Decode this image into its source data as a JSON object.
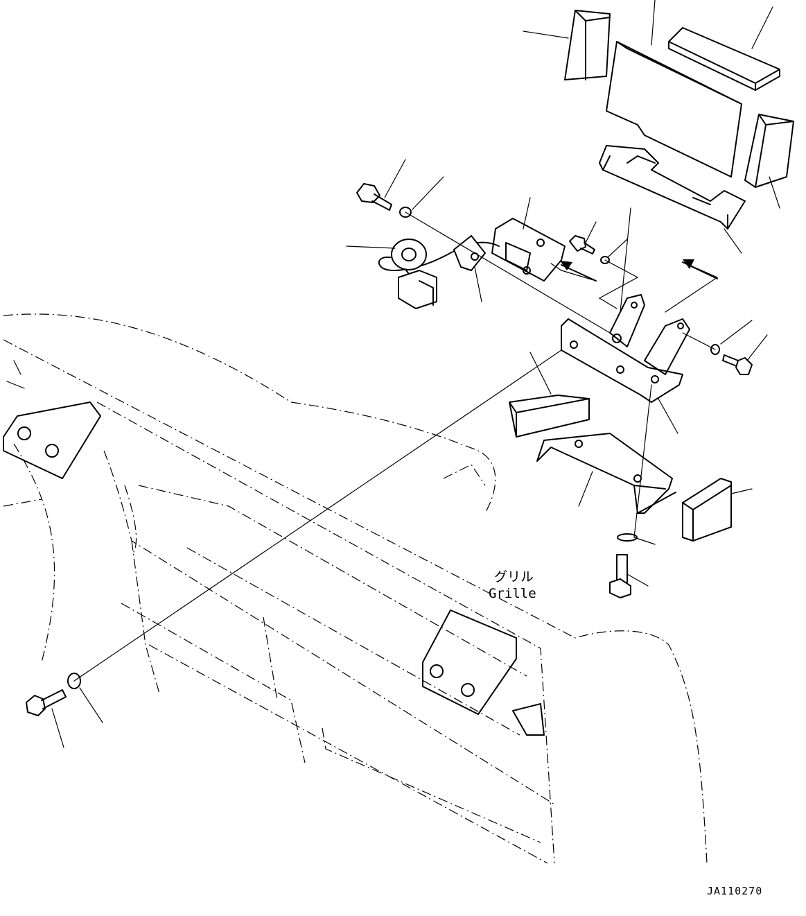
{
  "labels": {
    "grille_ja": "グリル",
    "grille_en": "Grille",
    "drawing_code": "JA110270"
  }
}
